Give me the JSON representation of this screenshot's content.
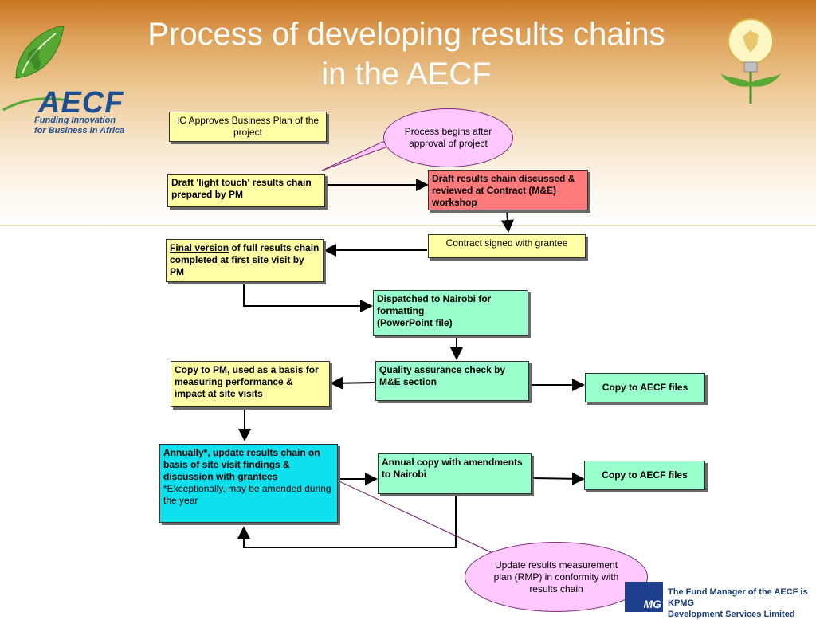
{
  "slide": {
    "title_line1": "Process of developing results chains",
    "title_line2": "in the AECF"
  },
  "logo": {
    "name": "AECF",
    "tagline_line1": "Funding Innovation",
    "tagline_line2": "for Business in Africa"
  },
  "boxes": {
    "ic_approves": "IC Approves Business Plan of the project",
    "draft_light": "Draft 'light touch' results chain prepared by PM",
    "draft_discussed": "Draft results chain discussed & reviewed at Contract (M&E) workshop",
    "contract_signed": "Contract signed with grantee",
    "final_version_underlined": "Final version",
    "final_version_rest": " of full results chain completed at first site visit by PM",
    "dispatched": "Dispatched to Nairobi for formatting",
    "dispatched_line2": "(PowerPoint file)",
    "quality": "Quality assurance check by M&E section",
    "copy_pm": "Copy to PM, used as a basis for measuring performance & impact at site visits",
    "copy_files_1": "Copy to AECF files",
    "annually_bold": "Annually*, update results chain on basis of site visit findings & discussion with grantees",
    "annually_note": "*Exceptionally, may be amended during the year",
    "annual_copy": "Annual copy with amendments to Nairobi",
    "copy_files_2": "Copy to AECF files"
  },
  "callouts": {
    "process_begins": "Process begins after approval of project",
    "update_rmp": "Update results measurement plan (RMP) in conformity with results chain"
  },
  "footer": {
    "kpmg_mark": "MG",
    "note_line1": "The Fund Manager of the AECF is KPMG",
    "note_line2": "Development Services Limited"
  },
  "colors": {
    "yellow_box": "#ffffa6",
    "green_box": "#99ffcc",
    "red_box": "#ff7a7a",
    "cyan_box": "#0fe0ee",
    "callout": "#ffc9ff",
    "title": "#ffffff",
    "brand_blue": "#1f4f8f"
  }
}
